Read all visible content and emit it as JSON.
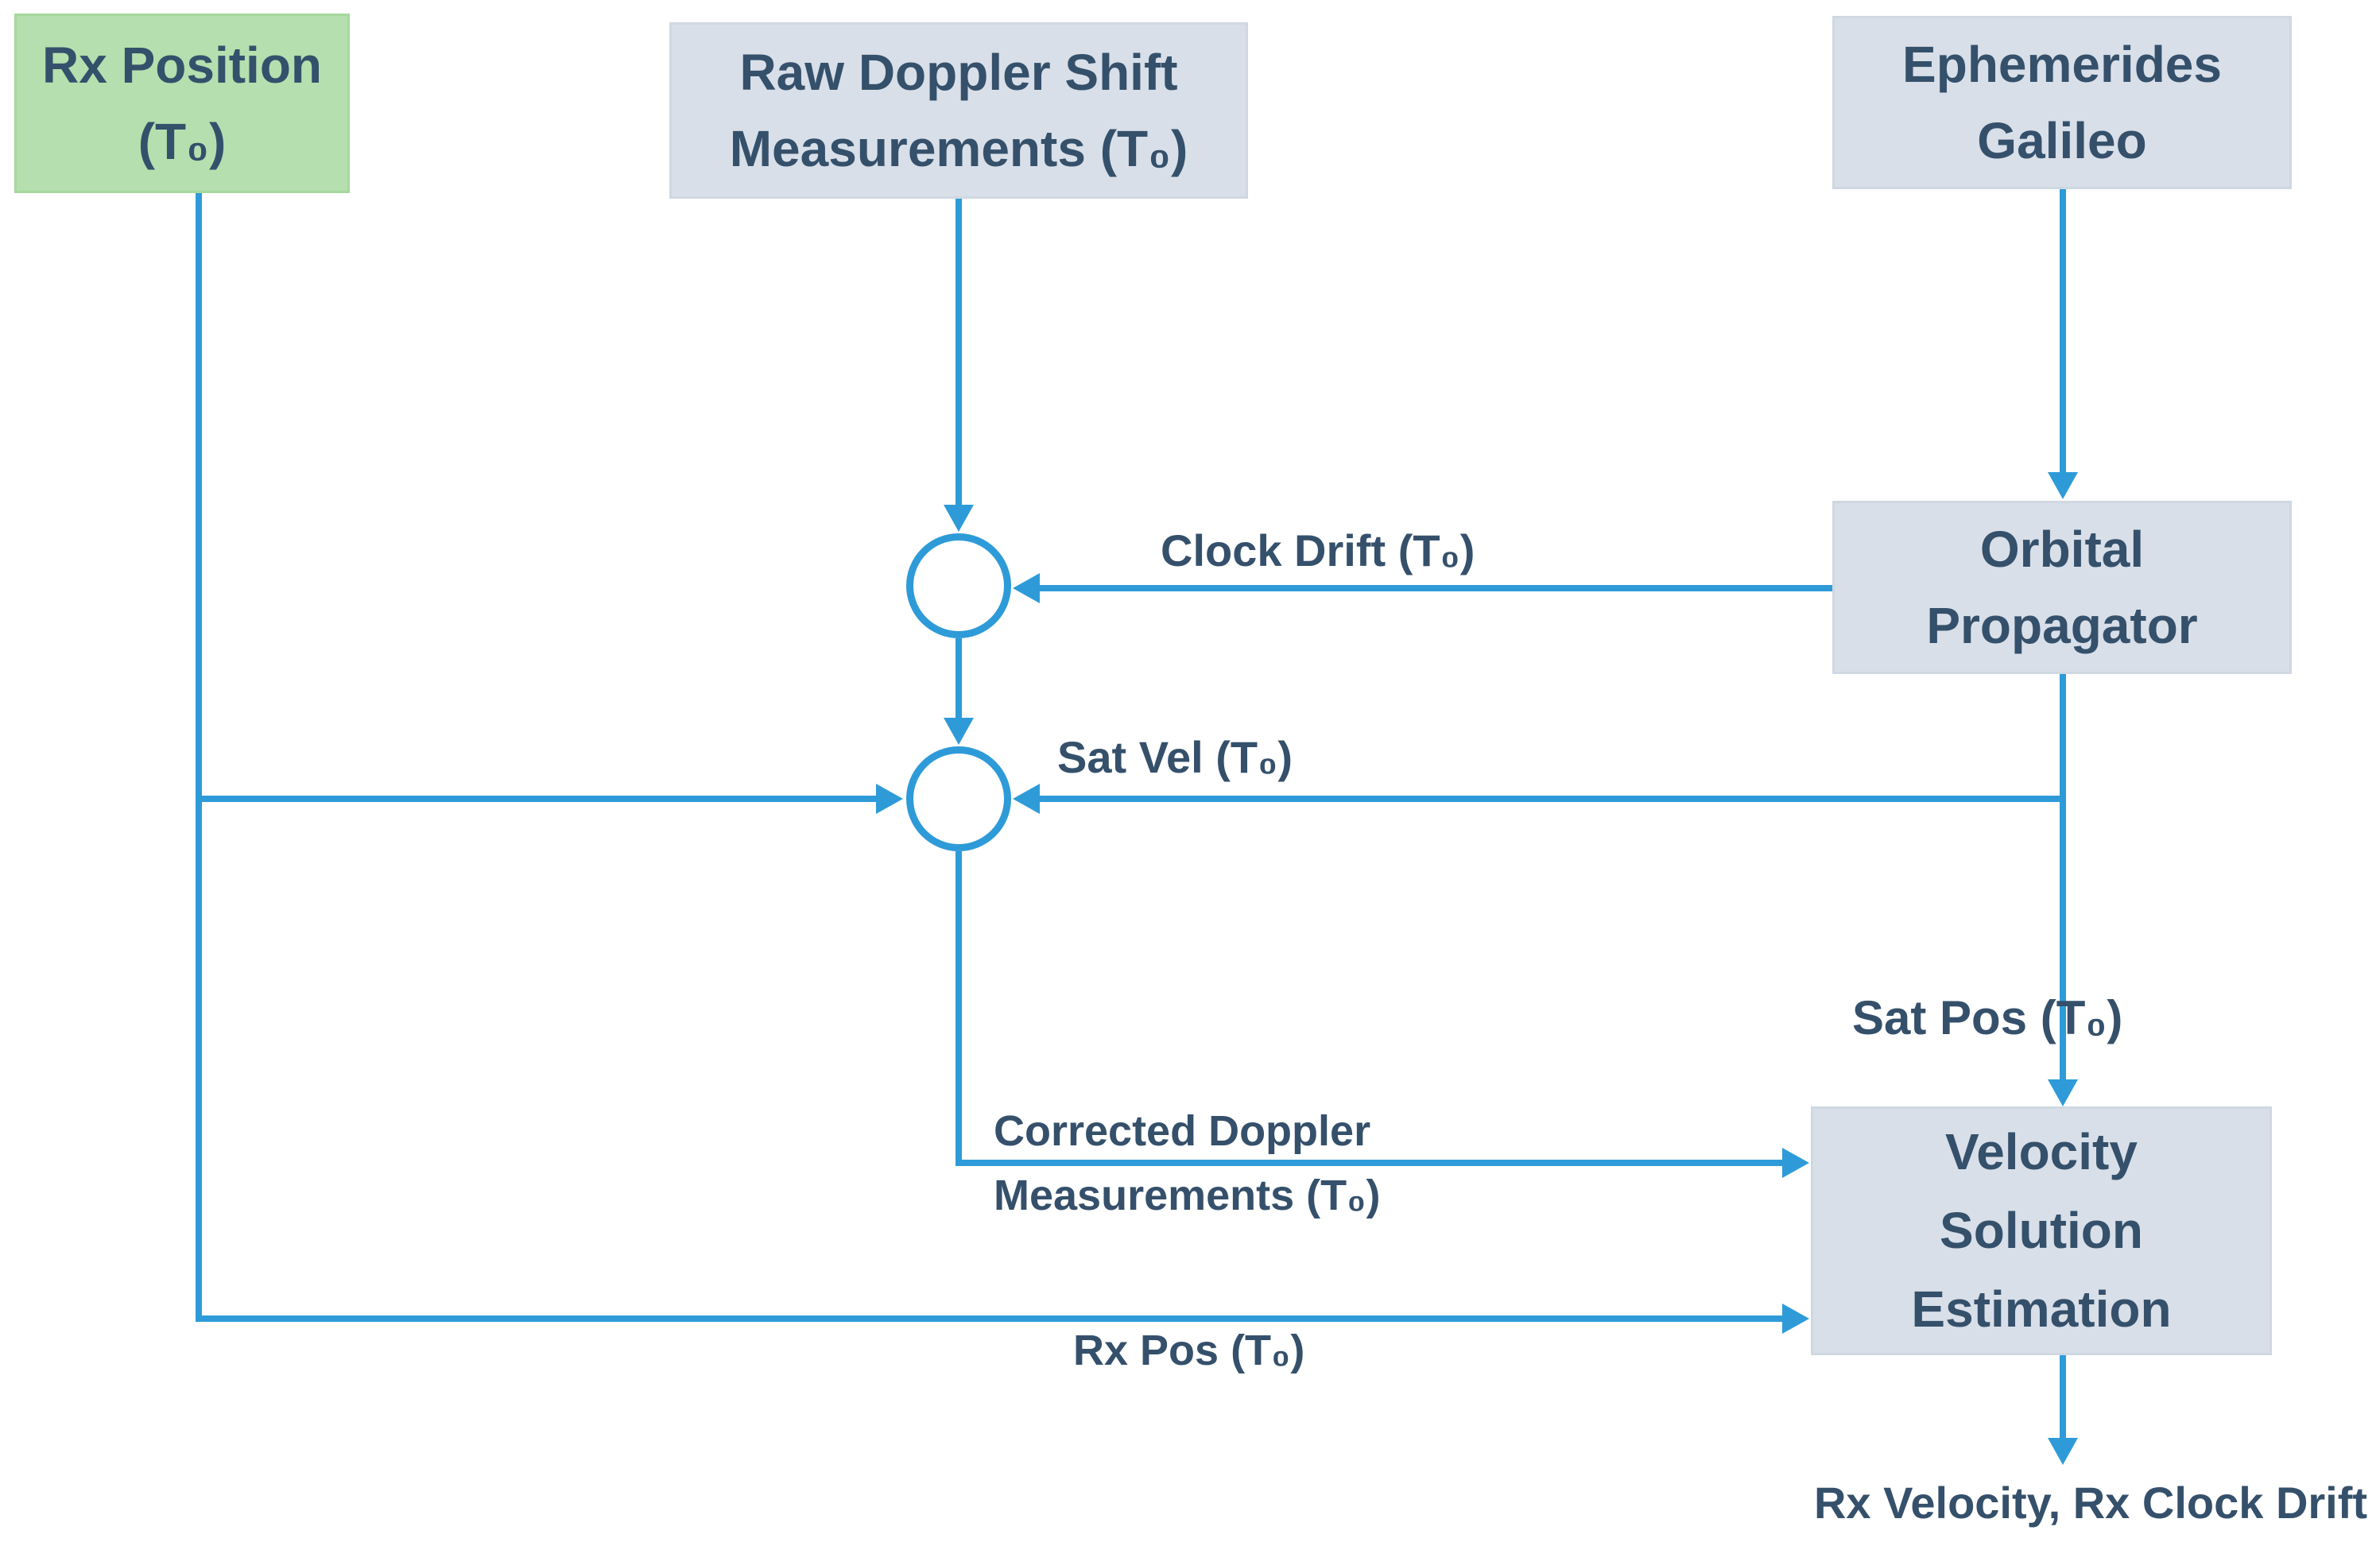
{
  "diagram": {
    "title": "Doppler-based velocity estimation flow diagram",
    "nodes": {
      "rx_position": {
        "line1": "Rx Position",
        "line2": "(T₀)"
      },
      "raw_doppler": {
        "line1": "Raw Doppler Shift",
        "line2": "Measurements (T₀)"
      },
      "ephemerides": {
        "line1": "Ephemerides",
        "line2": "Galileo"
      },
      "orbital": {
        "line1": "Orbital",
        "line2": "Propagator"
      },
      "velocity": {
        "line1": "Velocity",
        "line2": "Solution",
        "line3": "Estimation"
      }
    },
    "edge_labels": {
      "clock_drift": "Clock Drift (T₀)",
      "sat_vel": "Sat Vel (T₀)",
      "sat_pos": "Sat Pos (T₀)",
      "corrected_doppler_line1": "Corrected Doppler",
      "corrected_doppler_line2": "Measurements (T₀)",
      "rx_pos": "Rx Pos (T₀)",
      "output": "Rx Velocity, Rx Clock Drift"
    },
    "colors": {
      "arrow": "#2e9bd8",
      "box_fill": "#d8dfe8",
      "box_border": "#cfd8e2",
      "green_fill": "#b5dfae",
      "green_border": "#a6d89d",
      "text": "#35506b"
    }
  }
}
